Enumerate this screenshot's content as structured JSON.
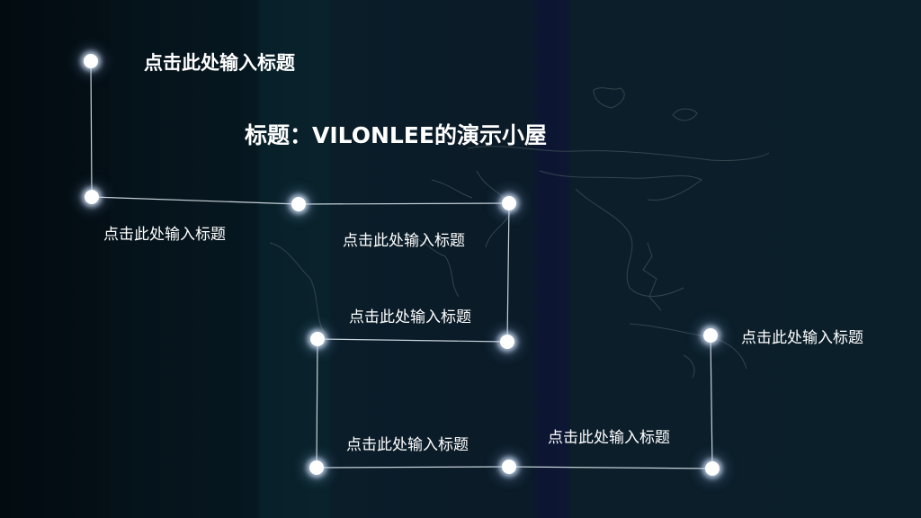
{
  "slide": {
    "top_label": "点击此处输入标题",
    "main_title": "标题：VILONLEE的演示小屋",
    "labels": [
      "点击此处输入标题",
      "点击此处输入标题",
      "点击此处输入标题",
      "点击此处输入标题",
      "点击此处输入标题",
      "点击此处输入标题"
    ],
    "colors": {
      "node": "#ffffff",
      "line": "#c8d2d8",
      "text": "#ffffff",
      "map_outline": "#3a4a52"
    }
  }
}
